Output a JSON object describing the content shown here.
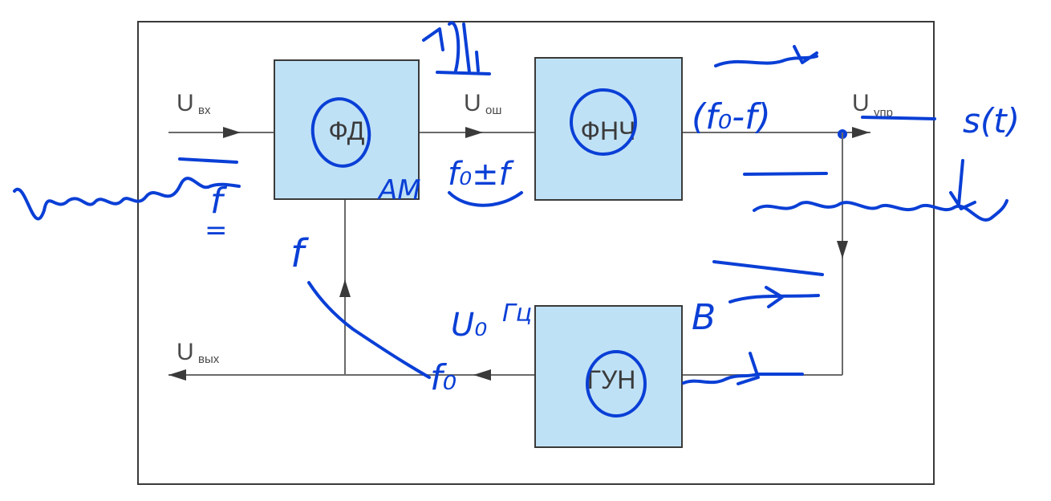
{
  "blocks": {
    "phase_detector": "ФД",
    "low_pass_filter": "ФНЧ",
    "vco": "ГУН"
  },
  "signals": {
    "input": {
      "main": "U",
      "sub": "вх"
    },
    "error": {
      "main": "U",
      "sub": "ош"
    },
    "control": {
      "main": "U",
      "sub": "упр"
    },
    "output": {
      "main": "U",
      "sub": "вых"
    }
  },
  "annotations": {
    "input_f": "f",
    "input_eq": "=",
    "am": "AM",
    "sum_freq": "f₀±f",
    "diff_freq": "(f₀-f)",
    "s_t": "s(t)",
    "feedback_f": "f",
    "vco_u": "U₀",
    "vco_f": "f₀",
    "vco_g": "Гц",
    "b_label": "B"
  },
  "colors": {
    "block_fill": "#bfe1f6",
    "ink": "#0a3fd6"
  }
}
